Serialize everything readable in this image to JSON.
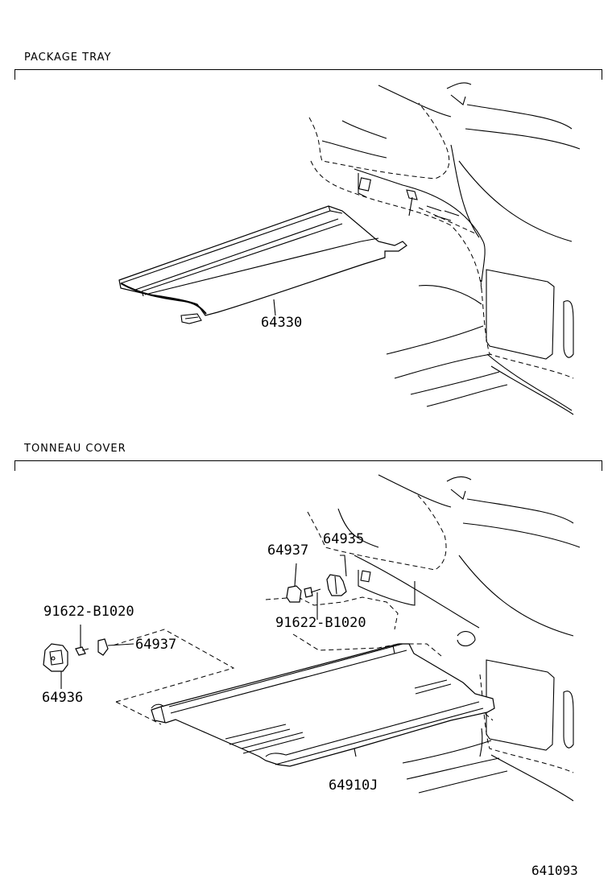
{
  "sections": {
    "package_tray": {
      "title": "PACKAGE TRAY",
      "parts": {
        "tray": "64330"
      }
    },
    "tonneau_cover": {
      "title": "TONNEAU COVER",
      "parts": {
        "retainer_upper": "64937",
        "holder_right": "64935",
        "screw_left": "91622-B1020",
        "screw_right": "91622-B1020",
        "retainer_left": "64937",
        "holder_left": "64936",
        "cover_assy": "64910J"
      }
    }
  },
  "figure_number": "641093"
}
